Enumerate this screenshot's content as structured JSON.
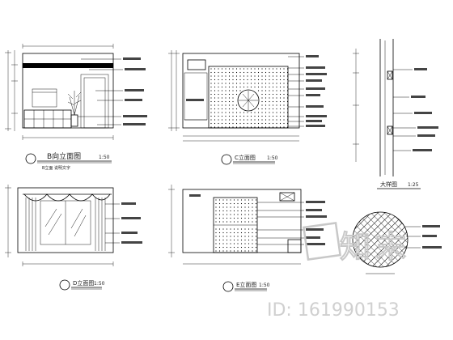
{
  "views": {
    "v1": {
      "title": "B向立面图",
      "scale": "1:50",
      "note": "B立面 说明文字"
    },
    "v2": {
      "title": "C立面图",
      "scale": "1:50"
    },
    "v3": {
      "title": "D立面图",
      "scale": "1:50"
    },
    "v4": {
      "title": "E立面图",
      "scale": "1:50"
    },
    "detail": {
      "title": "大样图",
      "scale": "1:25"
    }
  },
  "watermark": {
    "logo_text": "知末",
    "id_text": "ID: 161990153"
  },
  "colors": {
    "line": "#000000",
    "watermark": "#c8c8c8"
  }
}
